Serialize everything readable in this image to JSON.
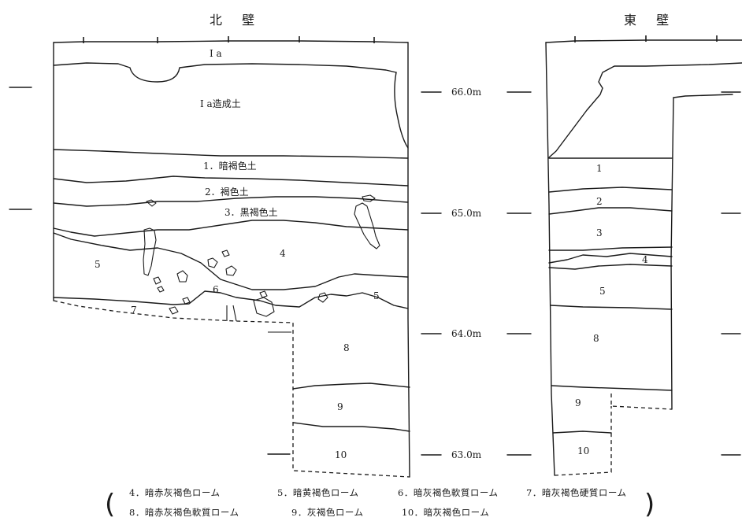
{
  "north_wall": {
    "title": "北 壁",
    "layers": [
      "I a",
      "I a造成土",
      "1．暗褐色土",
      "2．褐色土",
      "3．黒褐色土",
      "4",
      "5",
      "5",
      "6",
      "7",
      "8",
      "9",
      "10"
    ]
  },
  "east_wall": {
    "title": "東 壁",
    "layers": [
      "1",
      "2",
      "3",
      "4",
      "5",
      "8",
      "9",
      "10"
    ]
  },
  "elevations": [
    "66.0m",
    "65.0m",
    "64.0m",
    "63.0m"
  ],
  "legend": {
    "row1": [
      "4．暗赤灰褐色ローム",
      "5．暗黄褐色ローム",
      "6．暗灰褐色軟質ローム",
      "7．暗灰褐色硬質ローム"
    ],
    "row2": [
      "8．暗赤灰褐色軟質ローム",
      "9．灰褐色ローム",
      "10．暗灰褐色ローム"
    ],
    "open_paren": "(",
    "close_paren": ")"
  }
}
